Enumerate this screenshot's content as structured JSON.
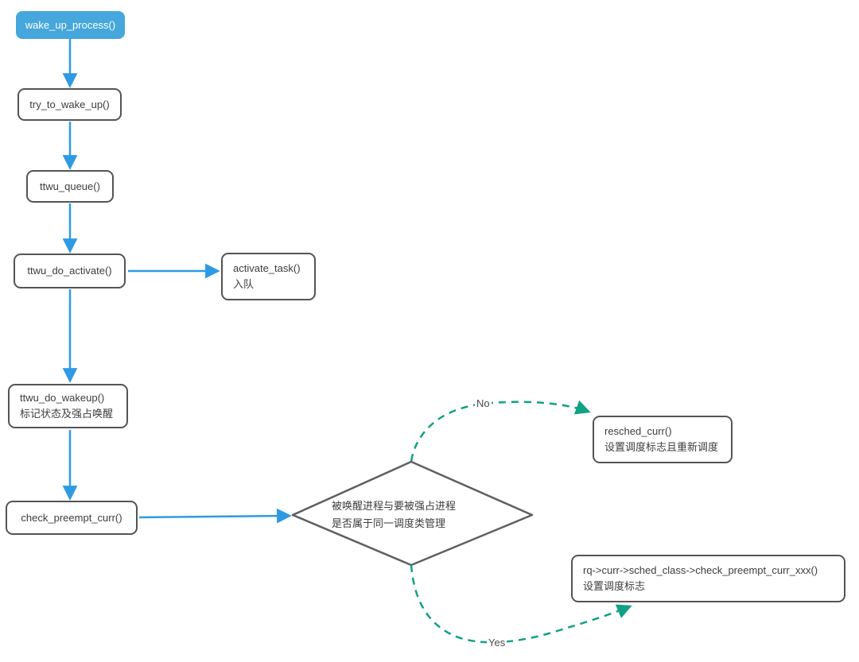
{
  "diagram": {
    "nodes": {
      "wake_up_process": {
        "label": "wake_up_process()"
      },
      "try_to_wake_up": {
        "label": "try_to_wake_up()"
      },
      "ttwu_queue": {
        "label": "ttwu_queue()"
      },
      "ttwu_do_activate": {
        "label": "ttwu_do_activate()"
      },
      "activate_task": {
        "label": "activate_task()",
        "note": "入队"
      },
      "ttwu_do_wakeup": {
        "label": "ttwu_do_wakeup()",
        "note": "标记状态及强占唤醒"
      },
      "check_preempt_curr": {
        "label": "check_preempt_curr()"
      },
      "decision": {
        "line1": "被唤醒进程与要被强占进程",
        "line2": "是否属于同一调度类管理"
      },
      "resched_curr": {
        "label": "resched_curr()",
        "note": "设置调度标志且重新调度"
      },
      "sched_class_hook": {
        "label": "rq->curr->sched_class->check_preempt_curr_xxx()",
        "note": "设置调度标志"
      }
    },
    "edge_labels": {
      "no": "No",
      "yes": "Yes"
    },
    "colors": {
      "node_accent_fill": "#45a7db",
      "arrow_blue": "#2e9ae4",
      "branch_teal": "#11a185",
      "node_border": "#545454"
    }
  }
}
